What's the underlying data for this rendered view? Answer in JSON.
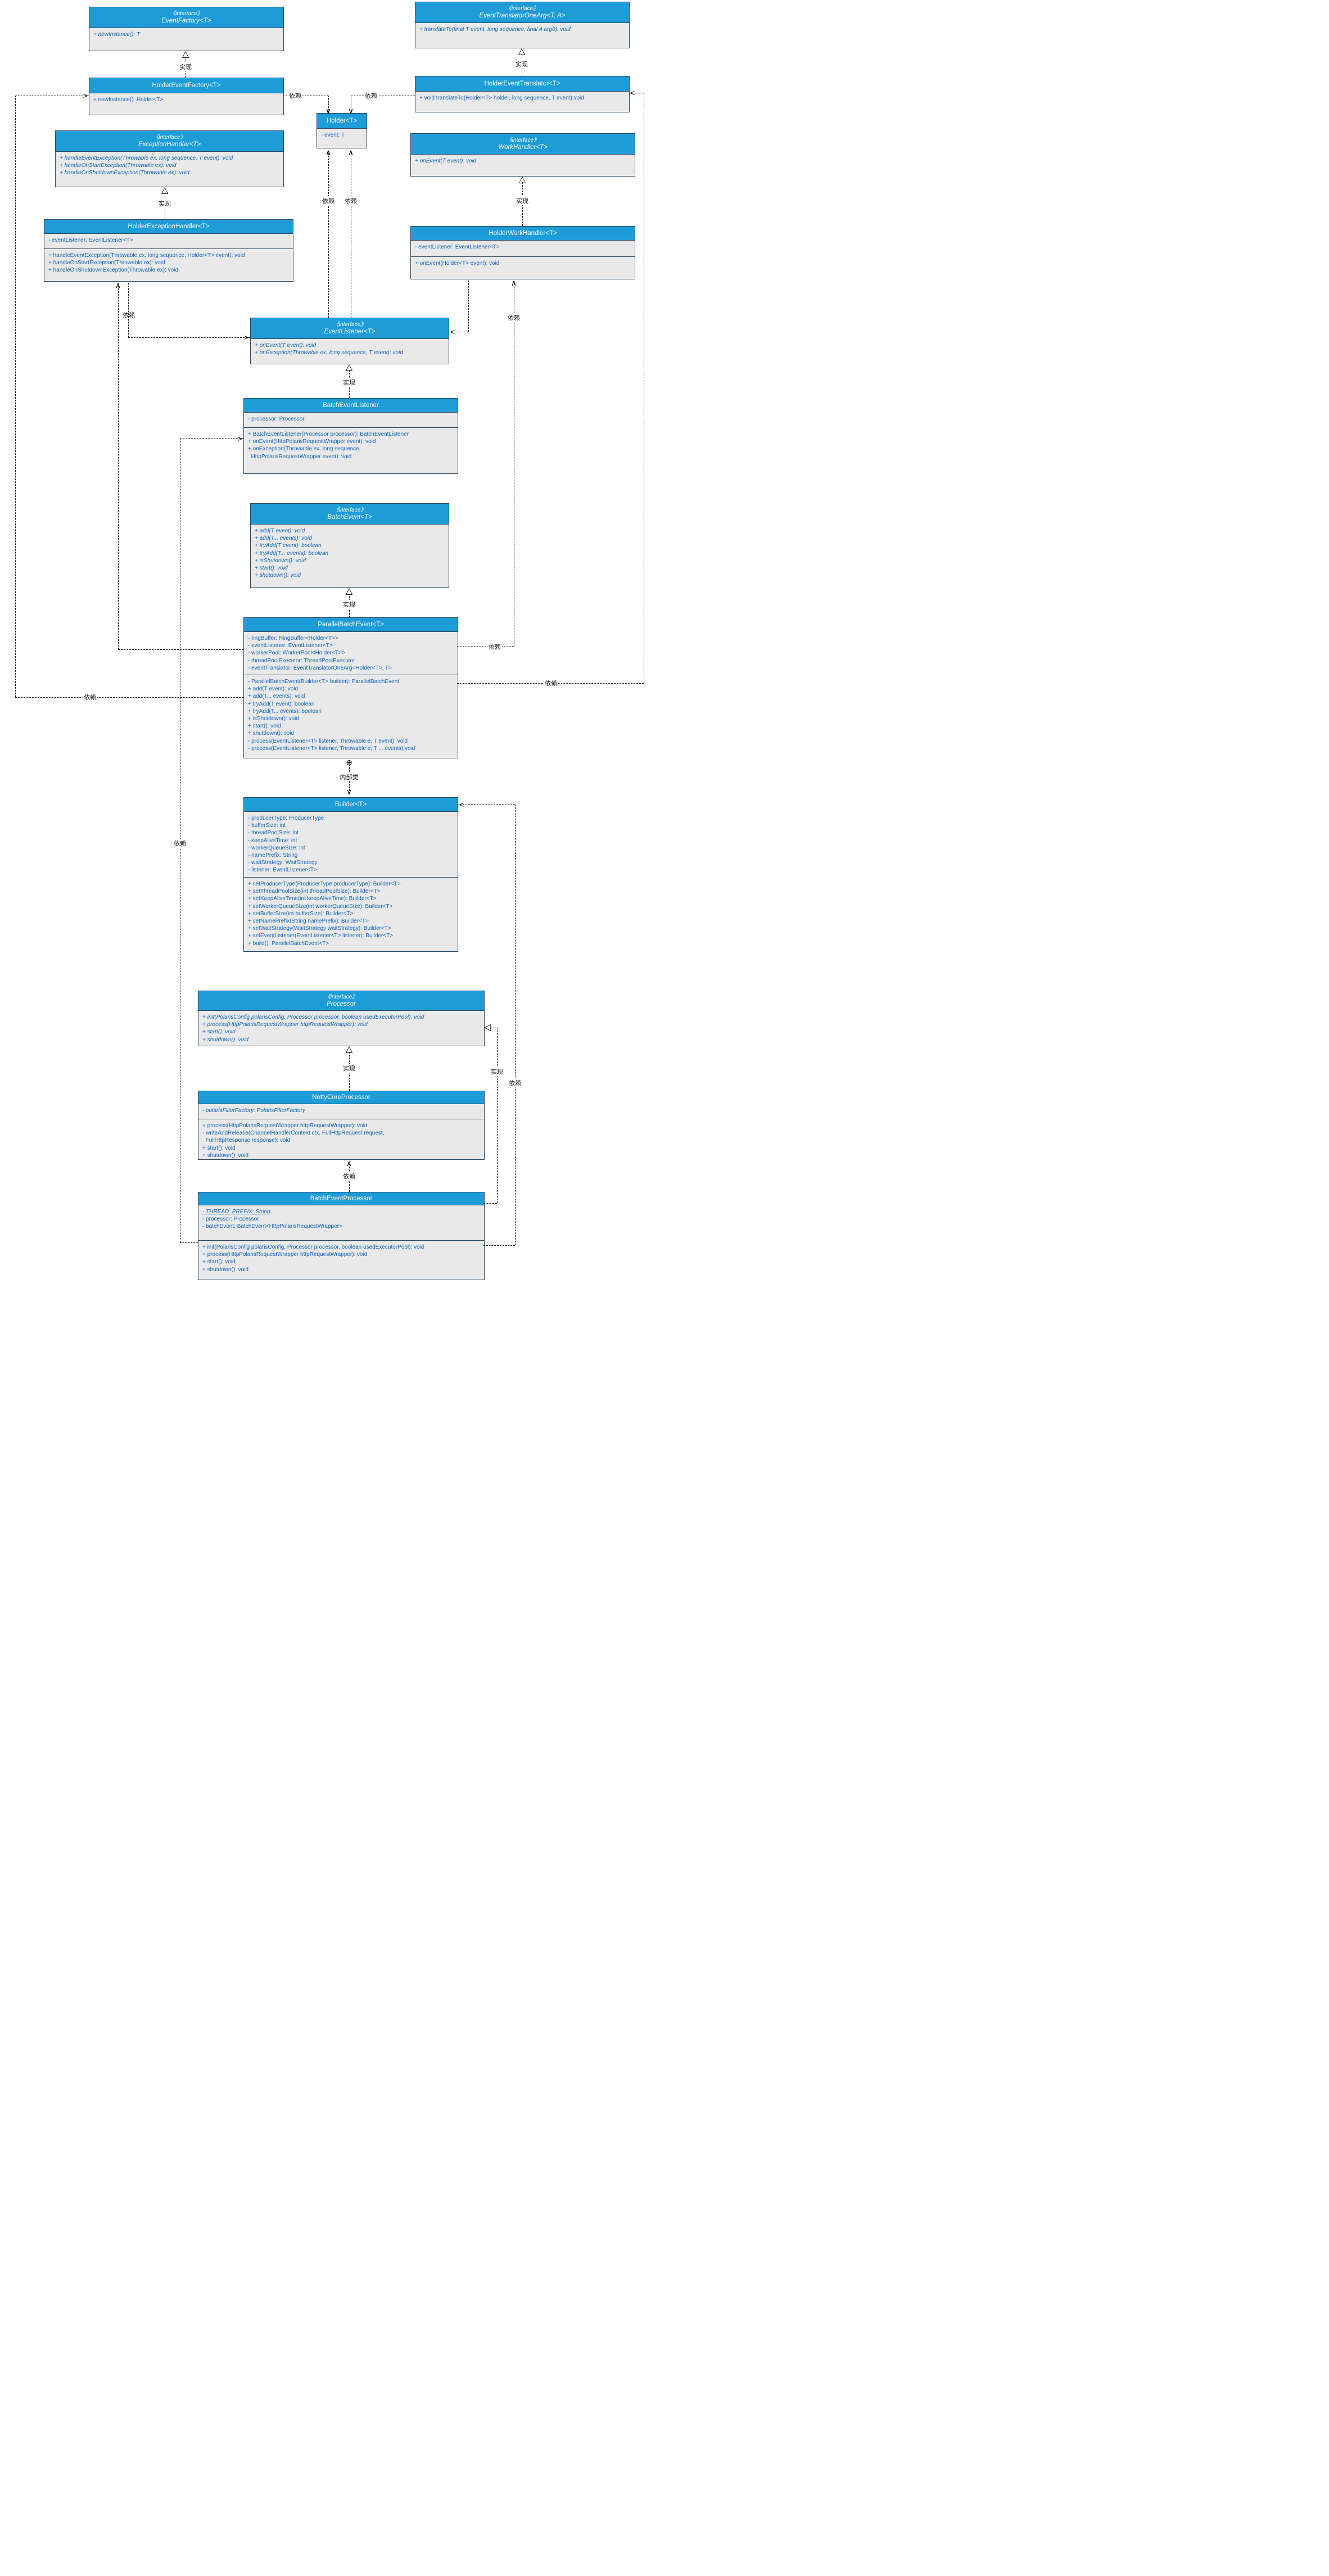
{
  "diagram": {
    "type": "uml-class-diagram",
    "connector_labels": {
      "realize": "实现",
      "depend": "依赖",
      "inner_class": "内部类"
    },
    "colors": {
      "header_blue": "#1e9cd8",
      "body_gray": "#e9e9e9",
      "border_navy": "#2b4a61",
      "member_blue": "#1565c0"
    },
    "classes": [
      {
        "id": "event-factory",
        "kind": "interface",
        "stereotype": "《interface》",
        "name": "EventFactory<T>",
        "methods": [
          "+ newInstance(): T"
        ]
      },
      {
        "id": "holder-event-factory",
        "kind": "class",
        "name": "HolderEventFactory<T>",
        "methods": [
          "+ newInstance(): Holder<T>"
        ]
      },
      {
        "id": "event-translator-one-arg",
        "kind": "interface",
        "stereotype": "《interface》",
        "name": "EventTranslatorOneArg<T, A>",
        "methods": [
          "+ translateTo(final T event, long sequence, final A arg0): void"
        ]
      },
      {
        "id": "holder-event-translator",
        "kind": "class",
        "name": "HolderEventTranslator<T>",
        "methods": [
          "+ void translateTo(Holder<T> holder, long sequence, T event):void"
        ]
      },
      {
        "id": "holder",
        "kind": "class",
        "name": "Holder<T>",
        "attributes": [
          "- event: T"
        ]
      },
      {
        "id": "exception-handler",
        "kind": "interface",
        "stereotype": "《interface》",
        "name": "ExceptionHandler<T>",
        "methods": [
          "+ handleEventException(Throwable ex, long sequence, T event): void",
          "+ handleOnStartException(Throwable ex): void",
          "+ handleOnShutdownException(Throwable ex): void"
        ]
      },
      {
        "id": "work-handler",
        "kind": "interface",
        "stereotype": "《interface》",
        "name": "WorkHandler<T>",
        "methods": [
          "+ onEvent(T event): void"
        ]
      },
      {
        "id": "holder-exception-handler",
        "kind": "class",
        "name": "HolderExceptionHandler<T>",
        "attributes": [
          "- eventListener: EventListener<T>"
        ],
        "methods": [
          "+ handleEventException(Throwable ex, long sequence, Holder<T> event): void",
          "+ handleOnStartException(Throwable ex): void",
          "+ handleOnShutdownException(Throwable ex): void"
        ]
      },
      {
        "id": "holder-work-handler",
        "kind": "class",
        "name": "HolderWorkHandler<T>",
        "attributes": [
          "- eventListener: EventListener<T>"
        ],
        "methods": [
          "+ onEvent(Holder<T> event): void"
        ]
      },
      {
        "id": "event-listener",
        "kind": "interface",
        "stereotype": "《interface》",
        "name": "EventListener<T>",
        "methods": [
          "+ onEvent(T event): void",
          "+ onException(Throwable ex, long sequence, T event): void"
        ]
      },
      {
        "id": "batch-event-listener",
        "kind": "class",
        "name": "BatchEventListener",
        "attributes": [
          "- processor: Processor"
        ],
        "methods": [
          "+ BatchEventListener(Processor processor): BatchEventListener",
          "+ onEvent(HttpPolarisRequestWrapper event): void",
          "+ onException(Throwable ex, long sequence,",
          "  HttpPolarisRequestWrapper event): void"
        ]
      },
      {
        "id": "batch-event",
        "kind": "interface",
        "stereotype": "《interface》",
        "name": "BatchEvent<T>",
        "methods": [
          "+ add(T event): void",
          "+ add(T... events): void",
          "+ tryAdd(T event): boolean",
          "+ tryAdd(T... events): boolean",
          "+ isShutdown(): void",
          "+ start(): void",
          "+ shutdown(): void"
        ]
      },
      {
        "id": "parallel-batch-event",
        "kind": "class",
        "name": "ParallelBatchEvent<T>",
        "attributes": [
          "- ringBuffer: RingBuffer<Holder<T>>",
          "- eventListener: EventListener<T>",
          "- workerPool: WorkerPool<Holder<T>>",
          "- threadPoolExecutor: ThreadPoolExecutor",
          "- eventTranslator: EventTranslatorOneArg<Holder<T>, T>"
        ],
        "methods": [
          "- ParallelBatchEvent(Builder<T> builder): ParallelBatchEvent",
          "+ add(T event): void",
          "+ add(T... events): void",
          "+ tryAdd(T event): boolean",
          "+ tryAdd(T... events): boolean",
          "+ isShutdown(): void",
          "+ start(): void",
          "+ shutdown(): void",
          "- process(EventListener<T> listener, Throwable e, T event): void",
          "- process(EventListener<T> listener, Throwable e, T ... events):void"
        ]
      },
      {
        "id": "builder",
        "kind": "class",
        "name": "Builder<T>",
        "attributes": [
          "- producerType: ProducerType",
          "- bufferSize: int",
          "- threadPoolSize: int",
          "- keepAliveTime: int",
          "- workerQueueSize: int",
          "- namePrefix: String",
          "- waitStrategy: WaitStrategy",
          "- listener: EventListener<T>"
        ],
        "methods": [
          "+ setProducerType(ProducerType producerType): Builder<T>",
          "+ setThreadPoolSize(int threadPoolSize): Builder<T>",
          "+ setKeepAliveTime(int keepAliveTime): Builder<T>",
          "+ setWorkerQueueSize(int workerQueueSize): Builder<T>",
          "+ setBufferSize(int bufferSize): Builder<T>",
          "+ setNamePrefix(String namePrefix): Builder<T>",
          "+ setWaitStrategy(WaitStrategy waitStrategy): Builder<T>",
          "+ setEventListener(EventListener<T> listener): Builder<T>",
          "+ build(): ParallelBatchEvent<T>"
        ]
      },
      {
        "id": "processor",
        "kind": "interface",
        "stereotype": "《interface》",
        "name": "Processor",
        "methods": [
          "+ init(PolarisConfig polarisConfig, Processor processor, boolean usedExecutorPool): void",
          "+ process(HttpPolarisRequestWrapper httpRequestWrapper): void",
          "+ start(): void",
          "+ shutdown(): void"
        ]
      },
      {
        "id": "netty-core-processor",
        "kind": "class",
        "name": "NettyCoreProcessor",
        "italic_attributes": true,
        "attributes": [
          "- polarisFilterFactory: PolarisFilterFactory"
        ],
        "methods": [
          "+ process(HttpPolarisRequestWrapper httpRequestWrapper): void",
          "- writeAndRelease(ChannelHandlerContext ctx, FullHttpRequest request,",
          "  FullHttpResponse response): void",
          "+ start(): void",
          "+ shutdown(): void"
        ]
      },
      {
        "id": "batch-event-processor",
        "kind": "class",
        "name": "BatchEventProcessor",
        "static_attribute_index": 0,
        "attributes": [
          "- THREAD_PREFIX: String",
          "- processor: Processor",
          "- batchEvent: BatchEvent<HttpPolarisRequestWrapper>"
        ],
        "methods": [
          "+ init(PolarisConfig polarisConfig, Processor processor, boolean usedExecutorPool): void",
          "+ process(HttpPolarisRequestWrapper httpRequestWrapper): void",
          "+ start(): void",
          "+ shutdown(): void"
        ]
      }
    ]
  }
}
